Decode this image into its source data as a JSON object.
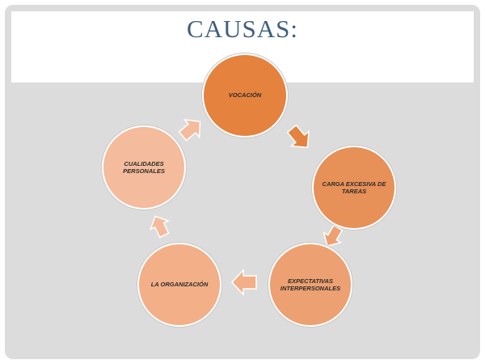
{
  "title": "CAUSAS:",
  "nodes": [
    {
      "label": "VOCACIÓN"
    },
    {
      "label": "CARGA EXCESIVA DE TAREAS"
    },
    {
      "label": "EXPECTATIVAS INTERPERSONALES"
    },
    {
      "label": "LA ORGANIZACIÓN"
    },
    {
      "label": "CUALIDADES PERSONALES"
    }
  ],
  "colors": {
    "title": "#3f5e7e",
    "background": "#dcdcdc",
    "node_1": "#e4823e",
    "node_2": "#e79058",
    "node_3": "#eda071",
    "node_4": "#f2af88",
    "node_5": "#f4bb9c",
    "arrow_outline": "#ffffff"
  }
}
